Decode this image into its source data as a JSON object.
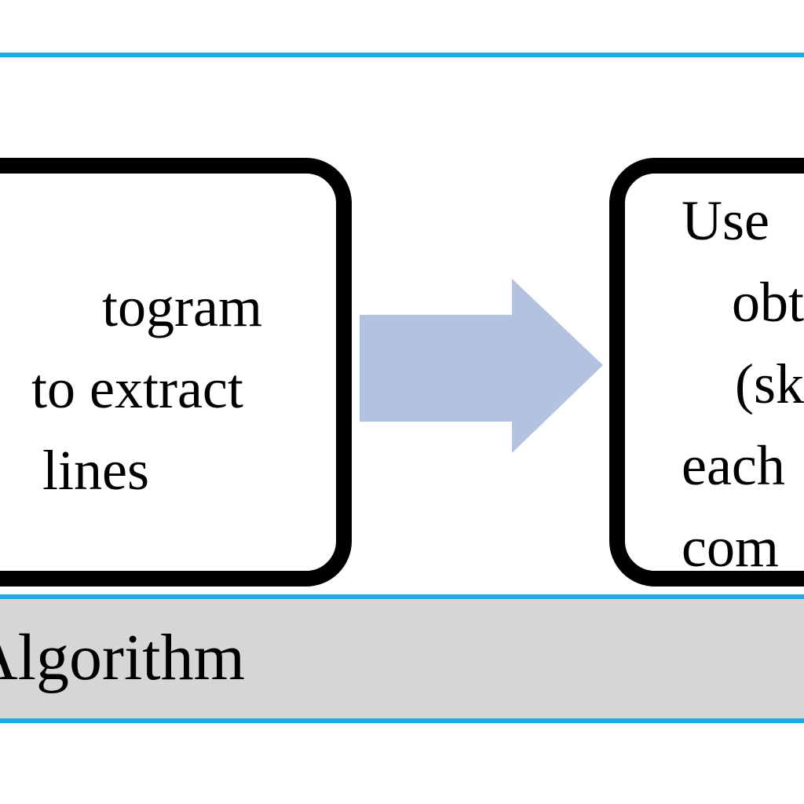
{
  "colors": {
    "rule": "#1fa9e6",
    "arrow": "#b3c2df",
    "box_border": "#000000",
    "caption_background": "#d6d6d6"
  },
  "left_box": {
    "lines": [
      "togram",
      "to extract",
      "lines"
    ]
  },
  "right_box": {
    "lines": [
      "Use",
      "obt",
      "(sk",
      "each",
      "com"
    ]
  },
  "arrow": {
    "icon": "right-arrow-icon"
  },
  "caption": {
    "text": "Algorithm"
  }
}
